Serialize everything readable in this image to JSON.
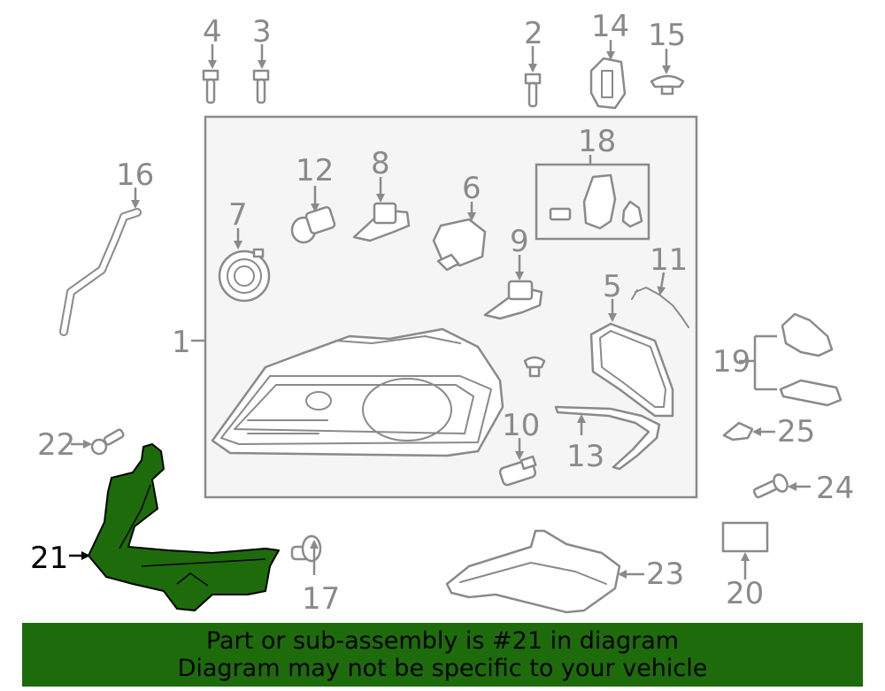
{
  "callouts": {
    "c1": "1",
    "c2": "2",
    "c3": "3",
    "c4": "4",
    "c5": "5",
    "c6": "6",
    "c7": "7",
    "c8": "8",
    "c9": "9",
    "c10": "10",
    "c11": "11",
    "c12": "12",
    "c13": "13",
    "c14": "14",
    "c15": "15",
    "c16": "16",
    "c17": "17",
    "c18": "18",
    "c19": "19",
    "c20": "20",
    "c21": "21",
    "c22": "22",
    "c23": "23",
    "c24": "24",
    "c25": "25"
  },
  "highlight": {
    "part_number": "21",
    "color": "#1e6b0c"
  },
  "banner": {
    "line1": "Part or sub-assembly is #21 in diagram",
    "line2": "Diagram may not be specific to your vehicle",
    "color": "#1e6b0c"
  }
}
